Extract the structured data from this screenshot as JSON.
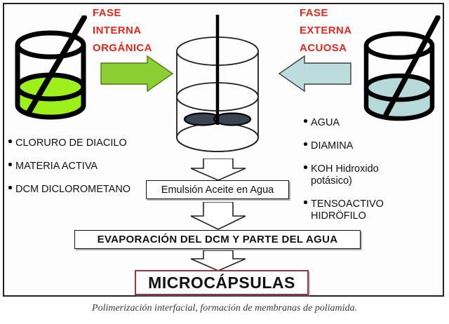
{
  "diagram": {
    "caption": "Polimerización interfacial, formación de membranas de poliamida.",
    "phase_internal": {
      "line1": "FASE",
      "line2": "INTERNA",
      "line3": "ORGÁNICA",
      "color": "#e8281e",
      "arrow_color": "#8ccf35",
      "arrow_direction": "right"
    },
    "phase_external": {
      "line1": "FASE",
      "line2": "EXTERNA",
      "line3": "ACUOSA",
      "color": "#e8281e",
      "arrow_color": "#bcdcdd",
      "arrow_direction": "left"
    },
    "beaker_left": {
      "name": "beaker-organic",
      "liquid_color": "#9ef01a"
    },
    "beaker_right": {
      "name": "beaker-aqueous",
      "liquid_color": "#b7d9d9"
    },
    "reactor": {
      "name": "stirred-reactor-vessel",
      "impeller_color": "#3b4451"
    },
    "components_organic": [
      "CLORURO DE DIACILO",
      "MATERIA ACTIVA",
      "DCM DICLOROMETANO"
    ],
    "components_aqueous": [
      "AGUA",
      "DIAMINA",
      "KOH Hidroxido\npotásico)",
      "TENSOACTIVO\nHIDRÖFILO"
    ],
    "process_steps": [
      {
        "id": "emulsion",
        "label": "Emulsión Aceite en Agua"
      },
      {
        "id": "evaporacion",
        "label": "EVAPORACIÓN DEL DCM   Y PARTE DEL AGUA"
      },
      {
        "id": "producto",
        "label": "MICROCÁPSULAS",
        "border_color": "#9e3346"
      }
    ]
  }
}
